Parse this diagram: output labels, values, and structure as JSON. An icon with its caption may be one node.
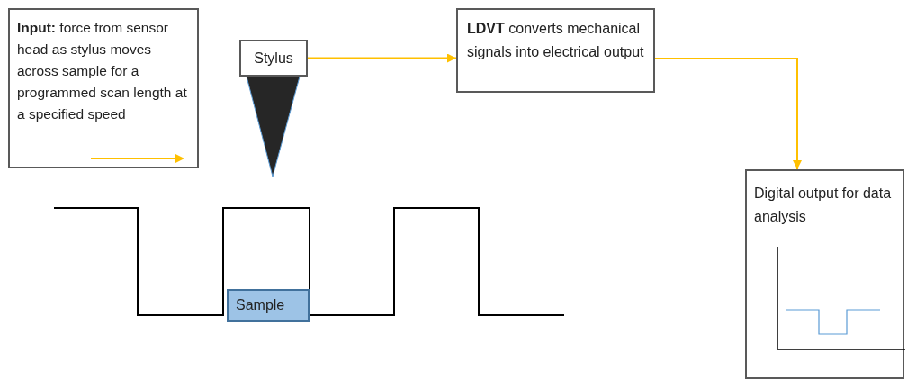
{
  "diagram": {
    "nodes": [
      {
        "text": [
          "**Input:**  force from sensor head as stylus moves across sample for a programmed scan length at a specified speed"
        ]
      },
      {
        "text": [
          "Stylus"
        ]
      },
      {
        "text": [
          "**LDVT** converts mechanical signals into electrical output"
        ]
      },
      {
        "text": [
          "Digital output for data analysis"
        ]
      },
      {
        "text": [
          "Sample"
        ]
      }
    ],
    "edges": [
      {
        "from": 1,
        "to": 2,
        "arrow": "to"
      },
      {
        "from": 2,
        "to": 3,
        "arrow": "to"
      }
    ]
  }
}
